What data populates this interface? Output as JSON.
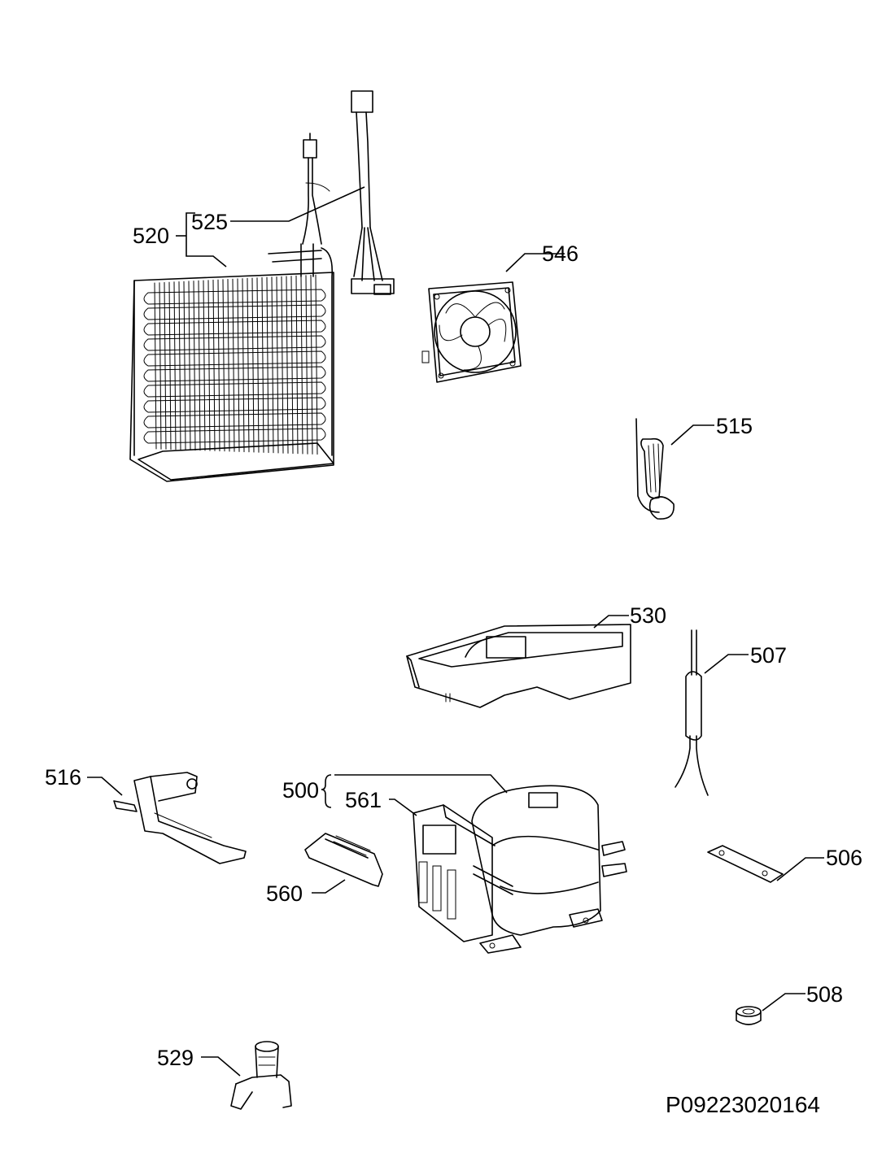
{
  "document": {
    "code": "P09223020164"
  },
  "callouts": {
    "c520": "520",
    "c525": "525",
    "c546": "546",
    "c515": "515",
    "c530": "530",
    "c507": "507",
    "c516": "516",
    "c500": "500",
    "c561": "561",
    "c560": "560",
    "c506": "506",
    "c508": "508",
    "c529": "529"
  },
  "parts": [
    {
      "id": "520",
      "icon": "condenser-icon"
    },
    {
      "id": "525",
      "icon": "wiring-harness-icon"
    },
    {
      "id": "546",
      "icon": "fan-icon"
    },
    {
      "id": "515",
      "icon": "heater-coil-icon"
    },
    {
      "id": "530",
      "icon": "drip-tray-icon"
    },
    {
      "id": "507",
      "icon": "filter-drier-icon"
    },
    {
      "id": "516",
      "icon": "bracket-icon"
    },
    {
      "id": "500",
      "icon": "compressor-icon"
    },
    {
      "id": "561",
      "icon": "relay-cover-icon"
    },
    {
      "id": "560",
      "icon": "clip-icon"
    },
    {
      "id": "506",
      "icon": "plate-icon"
    },
    {
      "id": "508",
      "icon": "grommet-icon"
    },
    {
      "id": "529",
      "icon": "valve-icon"
    }
  ]
}
